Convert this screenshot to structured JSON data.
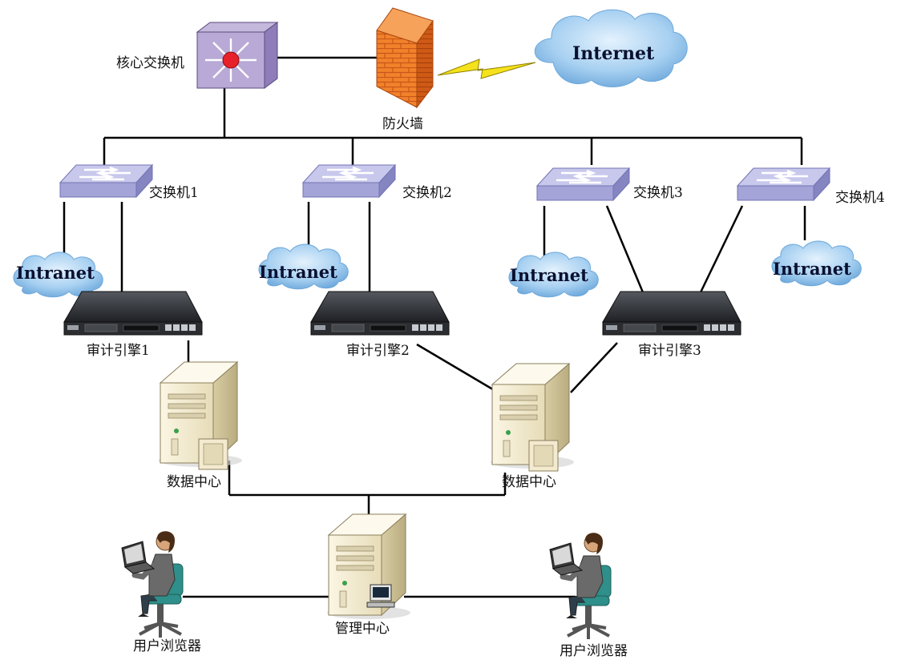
{
  "labels": {
    "core_switch": "核心交换机",
    "firewall": "防火墙",
    "internet": "Internet",
    "switch1": "交换机1",
    "switch2": "交换机2",
    "switch3": "交换机3",
    "switch4": "交换机4",
    "intranet": "Intranet",
    "engine1": "审计引擎1",
    "engine2": "审计引擎2",
    "engine3": "审计引擎3",
    "data_center": "数据中心",
    "management_center": "管理中心",
    "user_browser": "用户浏览器"
  },
  "colors": {
    "switch_top": "#c7c7ea",
    "switch_front": "#a3a3d6",
    "cloud": "#9ccbf0",
    "firewall": "#f07a1e",
    "server": "#f2ead0",
    "line": "#000000",
    "lightning": "#f6e21c"
  }
}
